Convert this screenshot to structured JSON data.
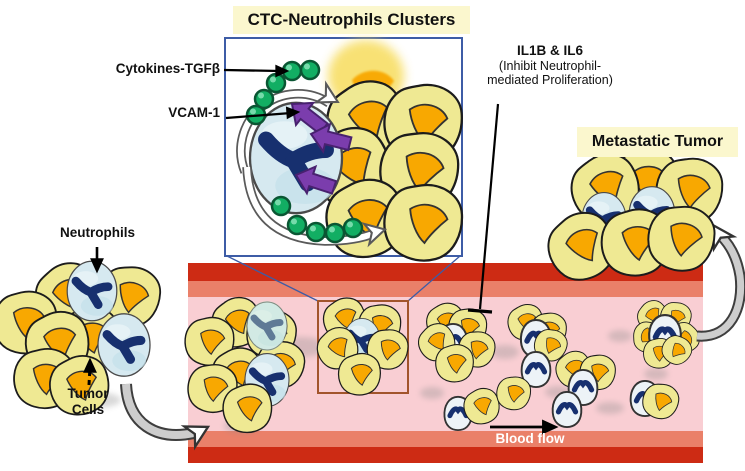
{
  "figure": {
    "title": "CTC-Neutrophils Clusters",
    "labels": {
      "cytokines": "Cytokines-TGFβ",
      "vcam": "VCAM-1",
      "il1b_line1": "IL1B & IL6",
      "il1b_line2": "(Inhibit Neutrophil-",
      "il1b_line3": "mediated Proliferation)",
      "metastatic_tumor": "Metastatic Tumor",
      "neutrophils": "Neutrophils",
      "tumor_cells_line1": "Tumor",
      "tumor_cells_line2": "Cells",
      "blood_flow": "Blood flow"
    },
    "icons": {
      "tumor_cell": "tumor-cell",
      "neutrophil": "neutrophil-cell",
      "cytokine_dot": "cytokine-dot",
      "signal_arrow": "purple-signal-arrow",
      "cycle_arrow": "recycle-cycle-arrow",
      "entry_arrow": "vessel-entry-arrow",
      "exit_arrow": "vessel-exit-arrow",
      "inhibit_bar": "inhibition-t-bar",
      "flow_arrow": "blood-flow-arrow"
    },
    "colors": {
      "label_bg": "#FBF7CE",
      "box_border": "#3D5CA6",
      "callout_border": "#A2542B",
      "vessel_dark": "#CD2B14",
      "vessel_mid": "#EA8069",
      "vessel_lumen": "#F9CED3",
      "tumor_body": "#EFE993",
      "tumor_core": "#F8A801",
      "neutrophil_body": "#D6E9F0",
      "neutrophil_nucleus": "#17306F",
      "cytokine_green": "#12AE63",
      "signal_purple": "#7B3DAD",
      "arrow_gray": "#CDCDCD",
      "text_black": "#111111",
      "blood_flow_text": "#FFFFFF"
    }
  }
}
